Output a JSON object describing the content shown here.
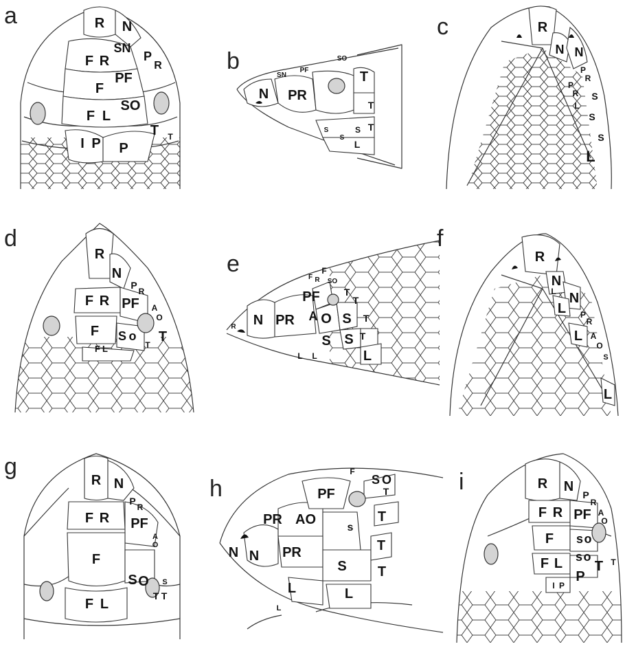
{
  "panels": [
    {
      "id": "a",
      "letter": "a",
      "view": "dorsal",
      "labels": [
        "R",
        "N",
        "SN",
        "P",
        "R",
        "F",
        "R",
        "PF",
        "F",
        "SO",
        "F",
        "L",
        "P",
        "T",
        "T",
        "I",
        "P"
      ]
    },
    {
      "id": "b",
      "letter": "b",
      "view": "lateral",
      "labels": [
        "N",
        "PR",
        "SN",
        "PF",
        "SO",
        "T",
        "T",
        "T",
        "S",
        "S",
        "S",
        "L"
      ]
    },
    {
      "id": "c",
      "letter": "c",
      "view": "ventral",
      "labels": [
        "R",
        "N",
        "N",
        "P",
        "R",
        "P",
        "R",
        "L",
        "S",
        "S",
        "S",
        "L"
      ]
    },
    {
      "id": "d",
      "letter": "d",
      "view": "dorsal",
      "labels": [
        "R",
        "N",
        "P",
        "R",
        "F",
        "R",
        "PF",
        "A",
        "O",
        "F",
        "S",
        "o",
        "T",
        "T",
        "F",
        "L"
      ]
    },
    {
      "id": "e",
      "letter": "e",
      "view": "lateral",
      "labels": [
        "R",
        "N",
        "PR",
        "F",
        "R",
        "F",
        "SO",
        "PF",
        "T",
        "T",
        "A",
        "O",
        "S",
        "T",
        "S",
        "S",
        "T",
        "L",
        "L",
        "L"
      ]
    },
    {
      "id": "f",
      "letter": "f",
      "view": "ventral",
      "labels": [
        "R",
        "N",
        "N",
        "L",
        "L",
        "P",
        "R",
        "L",
        "A",
        "O",
        "S",
        "L"
      ]
    },
    {
      "id": "g",
      "letter": "g",
      "view": "dorsal",
      "labels": [
        "R",
        "N",
        "P",
        "R",
        "F",
        "R",
        "PF",
        "A",
        "O",
        "F",
        "S",
        "O",
        "S",
        "T",
        "T",
        "F",
        "L"
      ]
    },
    {
      "id": "h",
      "letter": "h",
      "view": "lateral",
      "labels": [
        "F",
        "S",
        "O",
        "PF",
        "T",
        "PR",
        "AO",
        "s",
        "T",
        "N",
        "N",
        "PR",
        "S",
        "T",
        "L",
        "L",
        "L",
        "T"
      ]
    },
    {
      "id": "i",
      "letter": "i",
      "view": "dorsal",
      "labels": [
        "R",
        "N",
        "P",
        "R",
        "F",
        "R",
        "PF",
        "A",
        "O",
        "F",
        "s",
        "o",
        "F",
        "L",
        "s",
        "o",
        "P",
        "T",
        "T",
        "I",
        "P"
      ]
    }
  ]
}
